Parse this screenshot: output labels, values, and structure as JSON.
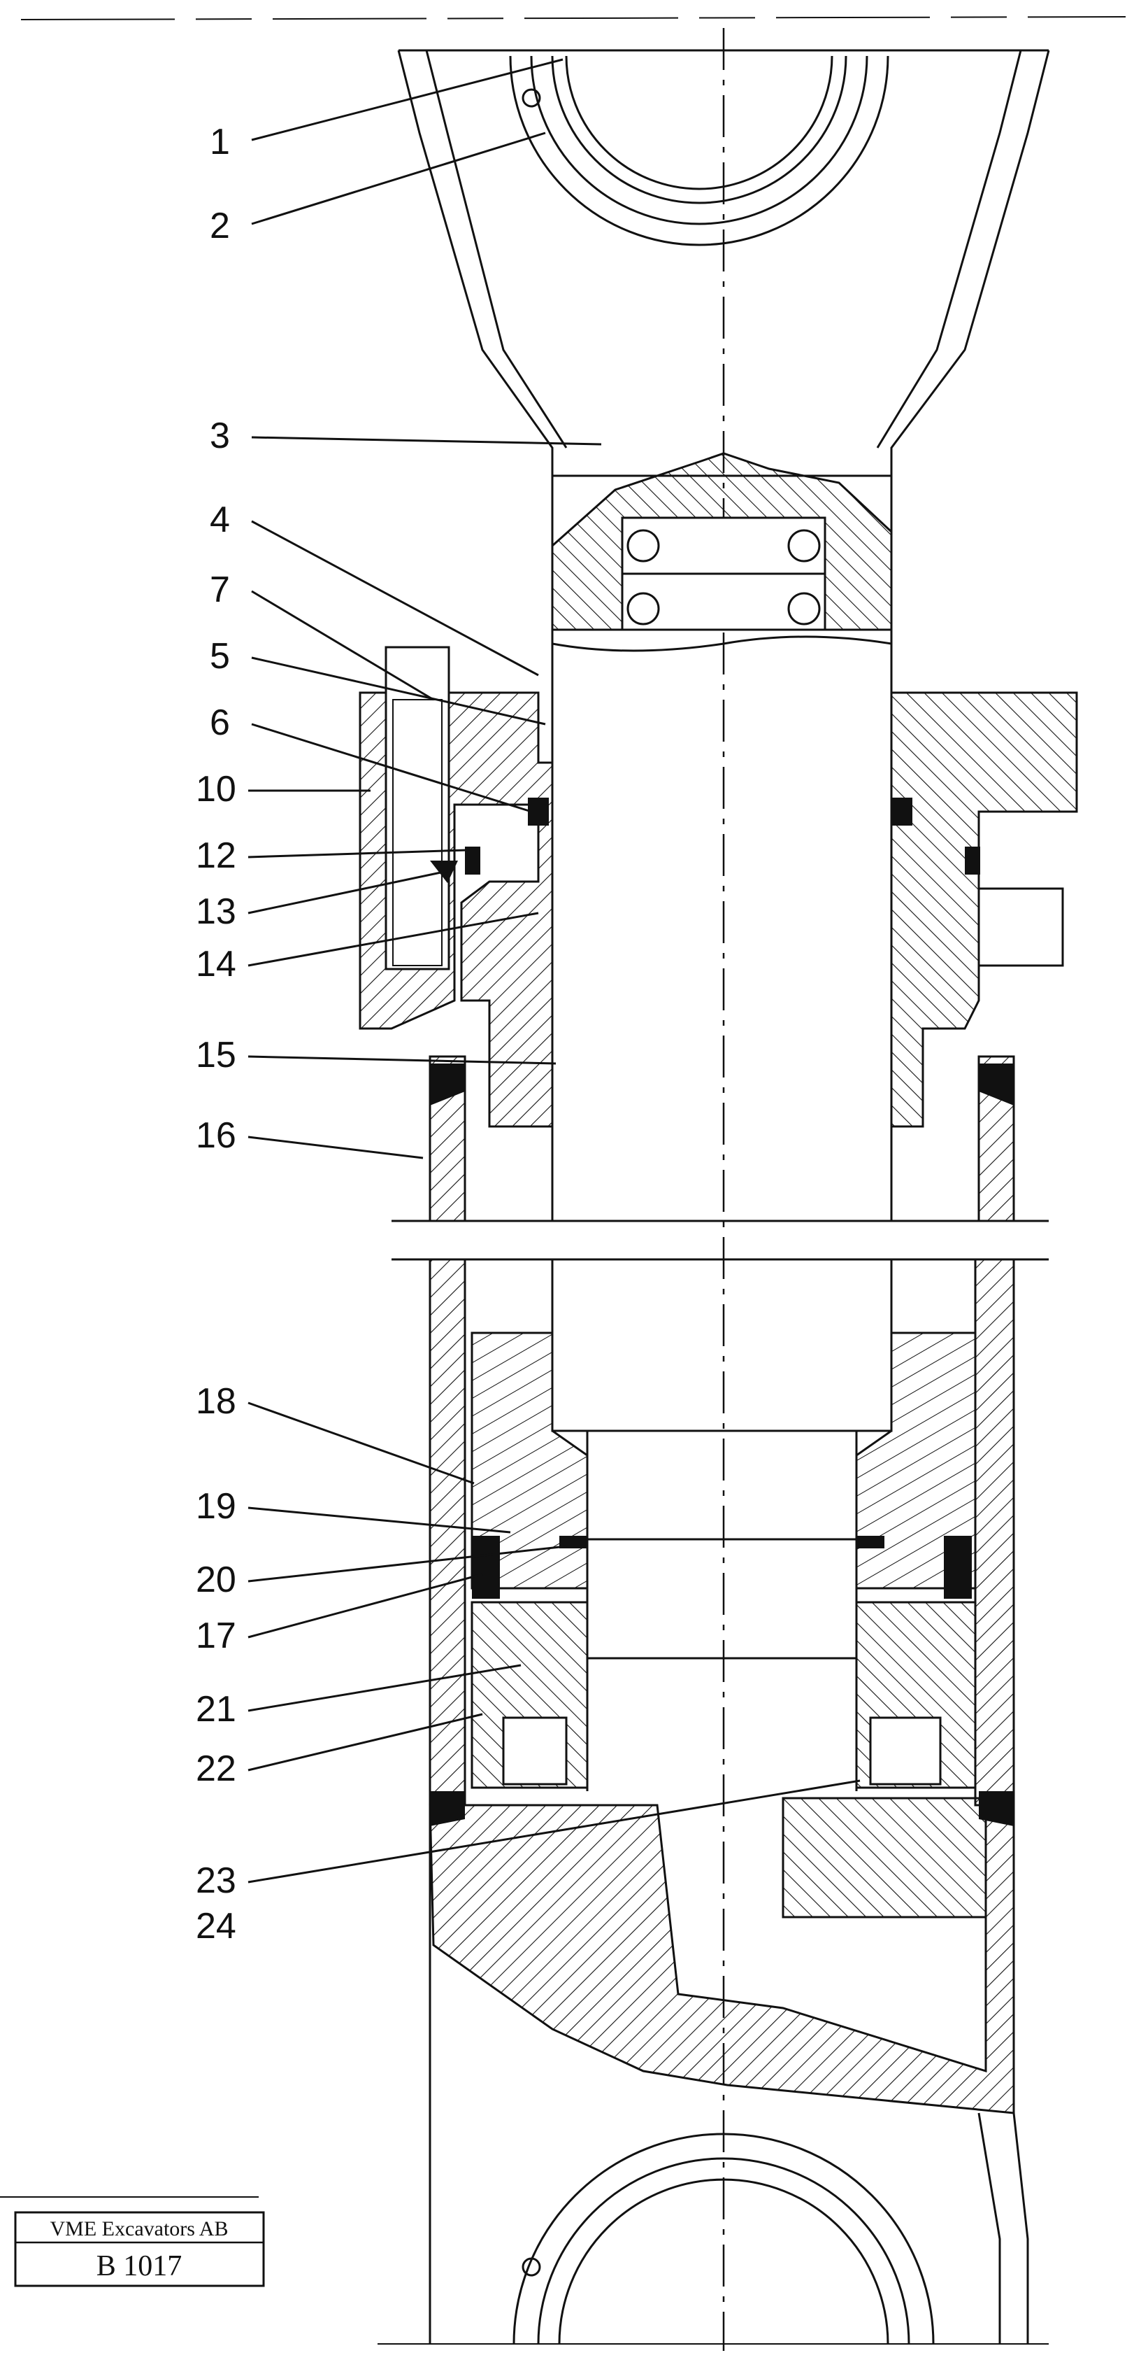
{
  "diagram": {
    "part_labels": [
      {
        "id": "1",
        "text": "1"
      },
      {
        "id": "2",
        "text": "2"
      },
      {
        "id": "3",
        "text": "3"
      },
      {
        "id": "4",
        "text": "4"
      },
      {
        "id": "7",
        "text": "7"
      },
      {
        "id": "5",
        "text": "5"
      },
      {
        "id": "6",
        "text": "6"
      },
      {
        "id": "10",
        "text": "10"
      },
      {
        "id": "12",
        "text": "12"
      },
      {
        "id": "13",
        "text": "13"
      },
      {
        "id": "14",
        "text": "14"
      },
      {
        "id": "15",
        "text": "15"
      },
      {
        "id": "16",
        "text": "16"
      },
      {
        "id": "18",
        "text": "18"
      },
      {
        "id": "19",
        "text": "19"
      },
      {
        "id": "20",
        "text": "20"
      },
      {
        "id": "17",
        "text": "17"
      },
      {
        "id": "21",
        "text": "21"
      },
      {
        "id": "22",
        "text": "22"
      },
      {
        "id": "23",
        "text": "23"
      },
      {
        "id": "24",
        "text": "24"
      }
    ]
  },
  "title_block": {
    "company": "VME Excavators AB",
    "code": "B 1017"
  },
  "colors": {
    "line": "#111111",
    "background": "#ffffff"
  }
}
